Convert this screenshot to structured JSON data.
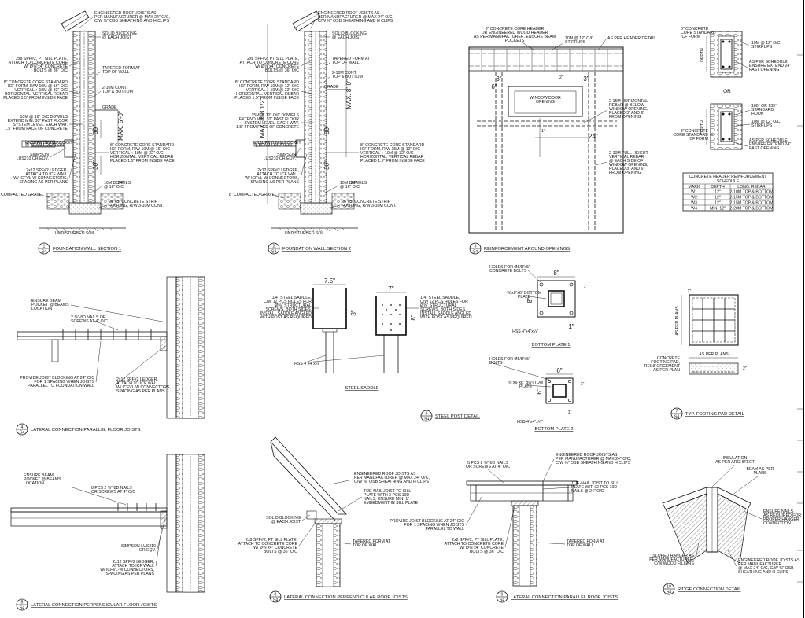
{
  "sheet": {
    "border_color": "#000000",
    "accent": "#111111"
  },
  "details": [
    {
      "num": "1",
      "sheet": "S4",
      "title": "FOUNDATION WALL SECTION 1",
      "notes": [
        "ENGINEERED ROOF JOISTS AS",
        "PER MANUFACTURER @ MAX 24\" O/C,",
        "C/W ⅜\" OSB SHEATHING AND H CLIPS",
        "SOLID BLOCKING",
        "@ EACH JOIST",
        "2x8 SPF#2, PT SILL PLATE,",
        "ATTACH TO CONCRETE CORE",
        "W/ Ø⅝\"x4\" CONCRETE",
        "BOLTS @ 36\" O/C",
        "TAPERED FORM AT",
        "TOP OF WALL",
        "8\" CONCRETE CORE STANDARD",
        "ICF FORM, R/W 10M @ 16\" O/C",
        "VERTICAL + 10M @ 32\" O/C",
        "HORIZONTAL. VERTICAL REBAR",
        "PLACED 1.5\" FROM INSIDE FACE",
        "2-10M CONT.",
        "TOP & BOTTOM",
        "GRADE",
        "10M @ 16\" O/C DOWELS",
        "EXTEND MIN. 30\" PAST FLOOR",
        "SYSTEM LEVEL. EACH WAY.",
        "1.5\" FROM FACE OF CONCRETE",
        "ENSURE BEAM POCKET",
        "@ BEAM LOCATION",
        "SIMPSON",
        "LUS210 OR EQV.",
        "8\" CONCRETE CORE STANDARD",
        "ICF FORM, R/W 10M @ 16\" O/C",
        "VERTICAL + 10M @ 32\" O/C",
        "HORIZONTAL. VERTICAL REBAR",
        "PLACED 1.5\" FROM INSIDE FACE",
        "2x12 SPF#2 LEDGER,",
        "ATTACH TO ICF WALL",
        "W/ ICFVL-W CONNECTORS,",
        "SPACING AS PER PLANS",
        "10M DOWELS",
        "@ 16\" O/C",
        "8\" COMPACTED GRAVEL",
        "24\"x8\" CONCRETE STRIP",
        "FOOTING, R/W 3-10M CONT.",
        "UNDISTURBED SOIL"
      ],
      "dims": [
        "MAX. 5'-0\"",
        "30\"",
        "30\"",
        "24\""
      ]
    },
    {
      "num": "2",
      "sheet": "S4",
      "title": "FOUNDATION WALL SECTION 2",
      "notes": [
        "ENGINEERED ROOF JOISTS AS",
        "PER MANUFACTURER @ MAX 24\" O/C,",
        "C/W ⅜\" OSB SHEATHING AND H CLIPS",
        "SOLID BLOCKING",
        "@ EACH JOIST",
        "2x8 SPF#2, PT SILL PLATE,",
        "ATTACH TO CONCRETE CORE",
        "W/ Ø⅝\"x4\" CONCRETE",
        "BOLTS @ 36\" O/C",
        "TAPERED FORM AT",
        "TOP OF WALL",
        "8\" CONCRETE CORE STANDARD",
        "ICF FORM, R/W 10M @ 12\" O/C",
        "VERTICAL + 10M @ 32\" O/C",
        "HORIZONTAL. VERTICAL REBAR",
        "PLACED 1.5\" FROM INSIDE FACE",
        "2-10M CONT.",
        "TOP & BOTTOM",
        "GRADE",
        "15M @ 12\" O/C DOWELS",
        "EXTEND MIN. 30\" PAST FLOOR",
        "SYSTEM LEVEL. EACH WAY.",
        "1.5\" FROM FACE OF CONCRETE",
        "ENSURE BEAM POCKET",
        "@ BEAM LOCATION",
        "SIMPSON",
        "LUS210 OR EQV.",
        "8\" CONCRETE CORE STANDARD",
        "ICF FORM, R/W 15M @ 12\" O/C",
        "VERTICAL + 10M @ 32\" O/C",
        "HORIZONTAL. VERTICAL REBAR",
        "PLACED 1.5\" FROM INSIDE FACE",
        "2x12 SPF#2 LEDGER,",
        "ATTACH TO ICF WALL",
        "W/ ICFVL-W CONNECTORS,",
        "SPACING AS PER PLANS",
        "10M DOWELS",
        "@ 16\" O/C",
        "8\" COMPACTED GRAVEL",
        "24\"x8\" CONCRETE STRIP",
        "FOOTING, R/W 3-10M CONT.",
        "UNDISTURBED SOIL"
      ],
      "dims": [
        "MAX. 8'-0\"",
        "MAX. 8'-8 1/2\"",
        "30\"",
        "30\"",
        "24\""
      ]
    },
    {
      "num": "3",
      "sheet": "S4",
      "title": "REINFORCEMENT AROUND OPENINGS",
      "notes": [
        "8\" CONCRETE CORE HEADER",
        "OR ENGINEERED WOOD HEADER",
        "AS PER MANUFACTURER. ENSURE BEAM",
        "POCKETS",
        "10M @ 12\" O/C",
        "STIRRUPS",
        "AS PER HEADER DETAIL",
        "WINDOW/DOOR",
        "OPENING",
        "2-15M HORIZONTAL",
        "REBAR @ BELOW",
        "WINDOW OPENING,",
        "PLACED 3\" AND 6\"",
        "FROM OPENING",
        "2-10M FULL HEIGHT",
        "VERTICAL REBAR",
        "@ EACH SIDE OF",
        "WINDOW OPENING,",
        "PLACED 3\" AND 6\"",
        "FROM OPENING"
      ],
      "dims": [
        "3\"",
        "6\"",
        "3\"",
        "24\"",
        "2'",
        "1'"
      ]
    },
    {
      "num": "",
      "sheet": "",
      "title": "",
      "notes": [
        "8\" CONCRETE",
        "CORE STANDARD",
        "ICF FORM",
        "10M @ 12\" O/C",
        "STIRRUPS",
        "AS PER SCHEDULE.",
        "ENSURE EXTEND 24\"",
        "PAST OPENING",
        "OR",
        "180° OR 135°",
        "STANDARD",
        "HOOK",
        "10M @ 12\" O/C",
        "STIRRUPS",
        "8\" CONCRETE",
        "CORE STANDARD",
        "ICF FORM",
        "AS PER SCHEDULE.",
        "ENSURE EXTEND 24\"",
        "PAST OPENING"
      ],
      "dims": [
        "DEPTH",
        "DEPTH"
      ],
      "schedule": {
        "title": "CONCRETE HEADER REINFORCEMENT",
        "subtitle": "SCHEDULE",
        "headers": [
          "MARK",
          "DEPTH",
          "LONG. REBAR"
        ],
        "rows": [
          [
            "W1",
            "12\"",
            "2-10M TOP & BOTTOM"
          ],
          [
            "W2",
            "12\"",
            "2-15M TOP & BOTTOM"
          ],
          [
            "W3",
            "12\"",
            "2-15M TOP & BOTTOM"
          ],
          [
            "W4",
            "MIN. 12\"",
            "2-20M TOP & BOTTOM"
          ]
        ]
      }
    },
    {
      "num": "4",
      "sheet": "S4",
      "title": "LATERAL CONNECTION PARALLEL FLOOR JOISTS",
      "notes": [
        "ENSURE BEAM",
        "POCKET @ BEAMS",
        "LOCATION",
        "2 ⅜\"-8D NAILS OR",
        "SCREWS AT 4\" O/C",
        "PROVIDE JOIST BLOCKING AT 24\" O/C",
        "FOR 1 SPACING WHEN JOISTS",
        "PARALLEL TO FOUNDATION WALL",
        "2x12 SPF#2 LEDGER,",
        "ATTACH TO ICF WALL",
        "W/ ICFVL-W CONNECTORS,",
        "SPACING AS PER PLANS"
      ]
    },
    {
      "num": "",
      "sheet": "",
      "title": "STEEL SADDLE",
      "notes": [
        "1/4\" STEEL SADDLE,",
        "C/W 12 PCS HOLES FOR",
        "Ø⅜\" STRUCTURAL",
        "SCREWS, BOTH SIDES.",
        "INSTALL SADDLE ANGLED",
        "WITH POST AS REQUIRED",
        "1/4\" STEEL SADDLE,",
        "C/W 12 PCS HOLES FOR",
        "Ø⅜\" STRUCTURAL",
        "SCREWS, BOTH SIDES.",
        "INSTALL SADDLE ANGLED",
        "WITH POST AS REQUIRED",
        "HSS 4\"x4\"x¼\""
      ],
      "dims": [
        "7.5\"",
        "7\"",
        "8\"",
        "8\""
      ]
    },
    {
      "num": "6",
      "sheet": "S4",
      "title": "STEEL POST DETAIL",
      "notes": [
        "HOLES FOR Ø5/8\"x5\"",
        "CONCRETE BOLTS",
        "⅜\"x8\"x8\" BOTTOM",
        "PLATE",
        "HSS 4\"x4\"x¼\"",
        "BOTTOM PLATE 1",
        "HOLES FOR Ø5/8\"x5\"",
        "BOLTS",
        "⅜\"x6\"x6\" BOTTOM",
        "PLATE",
        "HSS 4\"x4\"x¼\"",
        "BOTTOM PLATE 2"
      ],
      "dims": [
        "8\"",
        "8\"",
        "1\"",
        "1\"",
        "6\"",
        "6\"",
        "1\"",
        "1\""
      ]
    },
    {
      "num": "7",
      "sheet": "S4",
      "title": "TYP. FOOTING PAD DETAIL",
      "notes": [
        "AS PER PLANS",
        "AS PER PLANS",
        "CONCRETE",
        "FOOTING PAD,",
        "REINFORCEMENT",
        "AS PER PLAN"
      ],
      "dims": [
        "2\"",
        "2\""
      ]
    },
    {
      "num": "5",
      "sheet": "S4",
      "title": "LATERAL CONNECTION PERPENDICULAR FLOOR JOISTS",
      "notes": [
        "ENSURE BEAM",
        "POCKET @ BEAMS",
        "LOCATION",
        "8 PCS 2 ⅜\"-8D NAILS",
        "OR SCREWS AT 4\" O/C",
        "SIMPSON LUS210",
        "OR EQV.",
        "2x12 SPF#2 LEDGER,",
        "ATTACH TO ICF WALL",
        "W/ ICFVL-W CONNECTORS,",
        "SPACING AS PER PLANS"
      ]
    },
    {
      "num": "8",
      "sheet": "S4",
      "title": "LATERAL CONNECTION PERPENDICULAR ROOF JOISTS",
      "notes": [
        "ENGINEERED ROOF JOISTS AS",
        "PER MANUFACTURER @ MAX 24\" O/C,",
        "C/W ⅜\" OSB SHEATHING AND H CLIPS",
        "TOE-NAIL JOIST TO SILL",
        "PLATE WITH 2 PCS 10D",
        "NAILS, ENSURE MIN. 1\"",
        "EMBEDMENT IN SILL PLATE",
        "SOLID BLOCKING",
        "@ EACH JOIST",
        "2x8 SPF#2, PT SILL PLATE,",
        "ATTACH TO CONCRETE CORE",
        "W/ Ø⅝\"x4\" CONCRETE",
        "BOLTS @ 36\" O/C",
        "TAPERED FORM AT",
        "TOP OF WALL"
      ]
    },
    {
      "num": "9",
      "sheet": "S4",
      "title": "LATERAL CONNECTION PARALLEL ROOF JOISTS",
      "notes": [
        "5 PCS 2 ⅜\"-8D NAILS",
        "OR SCREWS AT 4\" O/C",
        "ENGINEERED ROOF JOISTS AS",
        "PER MANUFACTURER @ MAX 24\" O/C,",
        "C/W ⅜\" OSB SHEATHING AND H CLIPS",
        "TOE-NAIL JOIST TO SILL",
        "PLATE WITH 2 PCS 10D",
        "NAILS @ 24\" O/C",
        "PROVIDE JOIST BLOCKING AT 24\" O/C",
        "FOR 1 SPACING WHEN JOISTS",
        "PARALLEL TO WALL",
        "2x8 SPF#2, PT SILL PLATE,",
        "ATTACH TO CONCRETE CORE",
        "W/ Ø⅝\"x4\" CONCRETE",
        "BOLTS @ 36\" O/C",
        "TAPERED FORM AT",
        "TOP OF WALL"
      ]
    },
    {
      "num": "10",
      "sheet": "S4",
      "title": "RIDGE CONNECTION DETAIL",
      "notes": [
        "INSULATION",
        "AS PER ARCHITECT",
        "BEAM AS PER",
        "PLANS",
        "ENSURE NAILS",
        "AS REQUIRED FOR",
        "PROPER HANGER",
        "CONNECTION",
        "SLOPED HANGER AS",
        "PER MANUFACTURER,",
        "C/W WOOD FILLERS",
        "ENGINEERED ROOF JOISTS AS",
        "PER MANUFACTURER",
        "@ MAX 24\" O/C, C/W ⅜\" OSB",
        "SHEATHING AND H CLIPS"
      ]
    }
  ]
}
